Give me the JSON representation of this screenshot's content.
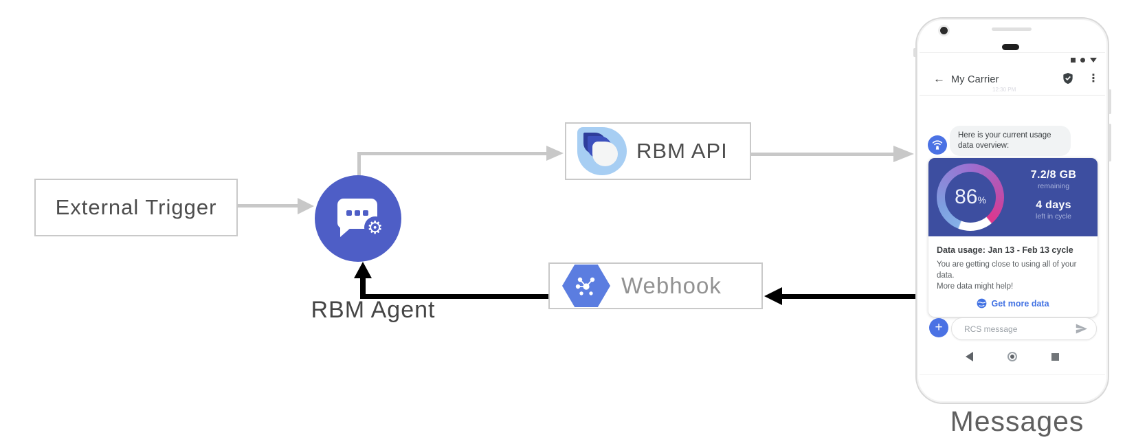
{
  "colors": {
    "agent_circle": "#4e5ec6",
    "usage_card_blue": "#3d4ea0",
    "action_blue": "#4272e3",
    "avatar_blue": "#4b72e4",
    "webhook_hexagon": "#5b7de0",
    "rbm_api_light_blue": "#a7cef3",
    "arrow_gray": "#c8c8c8",
    "arrow_black": "#000000",
    "gauge_pink": "#e0368c",
    "gauge_purple": "#9d6fd0",
    "gauge_light_blue": "#86b1e8"
  },
  "nodes": {
    "external_trigger": {
      "label": "External Trigger"
    },
    "rbm_agent": {
      "label": "RBM Agent"
    },
    "rbm_api": {
      "label": "RBM API"
    },
    "webhook": {
      "label": "Webhook"
    }
  },
  "phone": {
    "caption": "Messages",
    "app_bar": {
      "back_icon": "←",
      "title": "My Carrier",
      "overflow_icon": "⋮",
      "timestamp": "12:30 PM"
    },
    "bot_message": {
      "line1": "Here is your current usage",
      "line2": "data overview:"
    },
    "usage_card": {
      "gauge_percent": "86",
      "gauge_percent_sign": "%",
      "remaining_value": "7.2/8 GB",
      "remaining_label": "remaining",
      "days_value": "4 days",
      "days_label": "left in cycle",
      "heading": "Data usage: Jan 13 - Feb 13 cycle",
      "body_line1": "You are getting close to using all of your data.",
      "body_line2": "More data might help!",
      "action_label": "Get more data"
    },
    "composer": {
      "plus_icon": "+",
      "placeholder": "RCS message"
    }
  },
  "icons": {
    "gear": "⚙"
  }
}
